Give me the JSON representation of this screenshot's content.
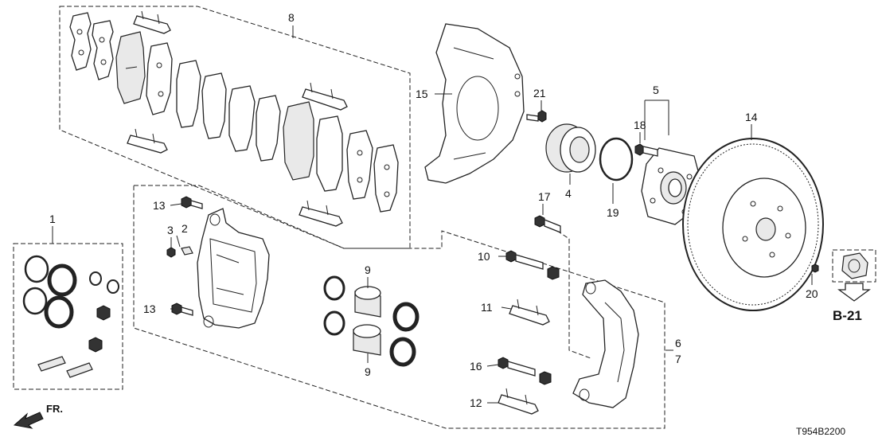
{
  "labels": {
    "p1": "1",
    "p2": "2",
    "p3": "3",
    "p4": "4",
    "p5": "5",
    "p6": "6",
    "p7": "7",
    "p8": "8",
    "p9a": "9",
    "p9b": "9",
    "p10": "10",
    "p11": "11",
    "p12": "12",
    "p13a": "13",
    "p13b": "13",
    "p14": "14",
    "p15": "15",
    "p16": "16",
    "p17": "17",
    "p18": "18",
    "p19": "19",
    "p20": "20",
    "p21": "21"
  },
  "reference": "B-21",
  "front_marker": "FR.",
  "diagram_code": "T954B2200"
}
